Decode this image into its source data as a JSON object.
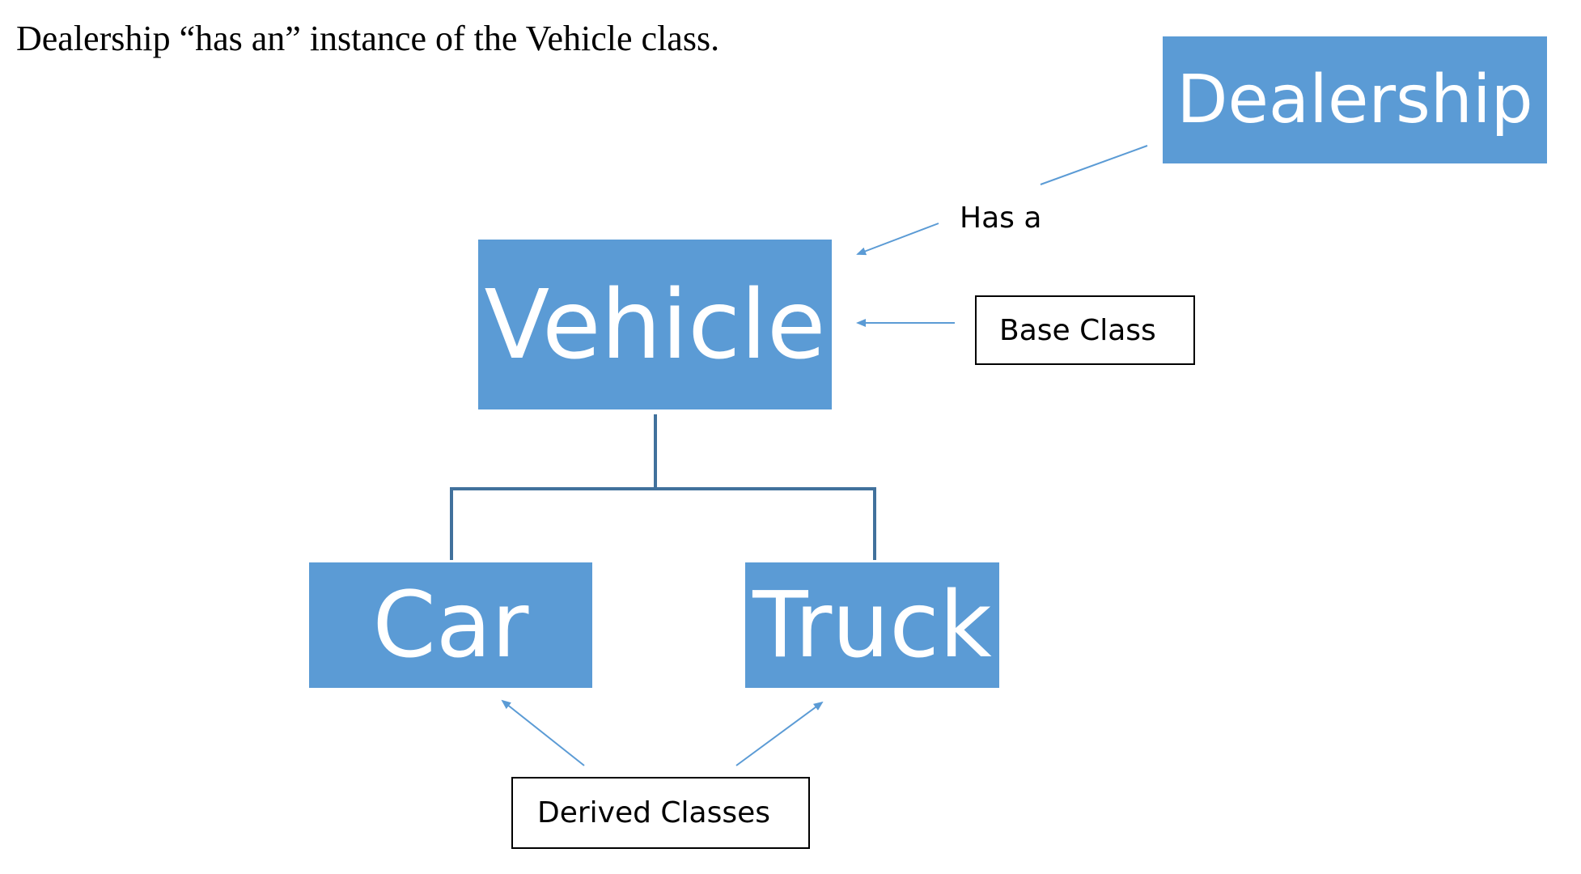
{
  "caption": "Dealership “has an” instance of the Vehicle class.",
  "colors": {
    "box_fill": "#5b9bd5",
    "tree_line": "#41719c",
    "arrow": "#5b9bd5"
  },
  "boxes": {
    "dealership": "Dealership",
    "vehicle": "Vehicle",
    "car": "Car",
    "truck": "Truck"
  },
  "annotations": {
    "has_a": "Has a",
    "base_class": "Base Class",
    "derived_classes": "Derived Classes"
  }
}
